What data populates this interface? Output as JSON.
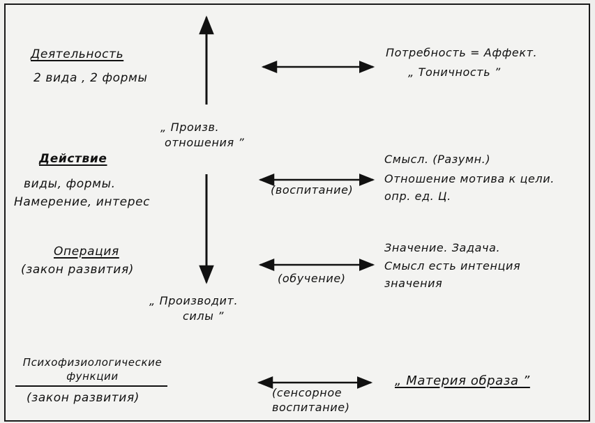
{
  "left": {
    "activity_title": "Деятельность",
    "activity_sub": "2 вида , 2 формы",
    "action_title": "Действие",
    "action_line1": "виды, формы.",
    "action_line2": "Намерение, интерес",
    "operation_title": "Операция",
    "operation_sub": "(закон развития)",
    "psycho_title1": "Психофизиологические",
    "psycho_title2": "функции",
    "psycho_sub": "(закон развития)"
  },
  "center": {
    "relations_line1": "„ Произв.",
    "relations_line2": "отношения ”",
    "forces_line1": "„ Производит.",
    "forces_line2": "силы ”"
  },
  "arrow_labels": {
    "upbringing": "(воспитание)",
    "teaching": "(обучение)",
    "sensory_line1": "(сенсорное",
    "sensory_line2": "воспитание)"
  },
  "right": {
    "need_line1": "Потребность = Аффект.",
    "need_line2": "„ Тоничность ”",
    "sense_line1": "Смысл. (Разумн.)",
    "sense_line2": "Отношение мотива к цели.",
    "sense_line3": "опр. ед. Ц.",
    "meaning_line1": "Значение. Задача.",
    "meaning_line2": "Смысл есть интенция",
    "meaning_line3": "значения",
    "matter": "„ Материя образа ”"
  }
}
